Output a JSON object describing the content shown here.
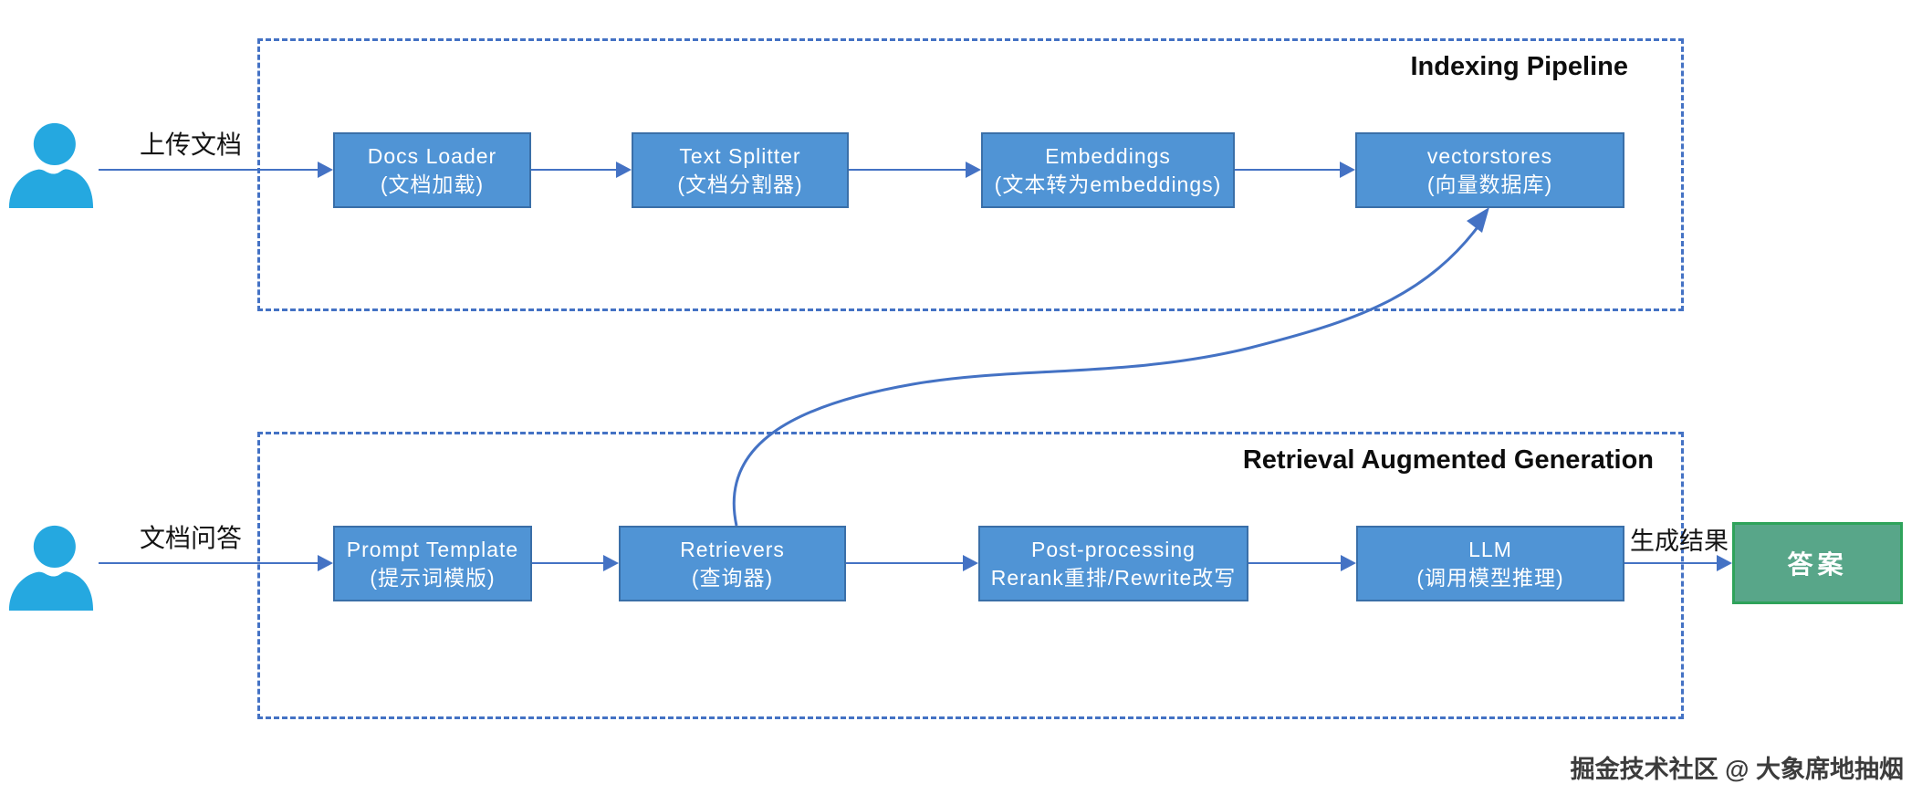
{
  "groups": {
    "indexing": {
      "title": "Indexing Pipeline",
      "nodes": [
        {
          "title": "Docs Loader",
          "subtitle": "(文档加载)"
        },
        {
          "title": "Text Splitter",
          "subtitle": "(文档分割器)"
        },
        {
          "title": "Embeddings",
          "subtitle": "(文本转为embeddings)"
        },
        {
          "title": "vectorstores",
          "subtitle": "(向量数据库)"
        }
      ]
    },
    "rag": {
      "title": "Retrieval Augmented Generation",
      "nodes": [
        {
          "title": "Prompt Template",
          "subtitle": "(提示词模版)"
        },
        {
          "title": "Retrievers",
          "subtitle": "(查询器)"
        },
        {
          "title": "Post-processing",
          "subtitle": "Rerank重排/Rewrite改写"
        },
        {
          "title": "LLM",
          "subtitle": "(调用模型推理)"
        }
      ]
    }
  },
  "labels": {
    "upload": "上传文档",
    "qa": "文档问答",
    "result": "生成结果"
  },
  "answer": {
    "label": "答案"
  },
  "watermark": "掘金技术社区 @ 大象席地抽烟",
  "colors": {
    "node_fill": "#5094D5",
    "node_border": "#3A6FA8",
    "dash_color": "#4472C4",
    "arrow_color": "#4472C4",
    "answer_fill": "#58A689",
    "answer_border": "#2FA35B",
    "person_color": "#25A8E0"
  }
}
